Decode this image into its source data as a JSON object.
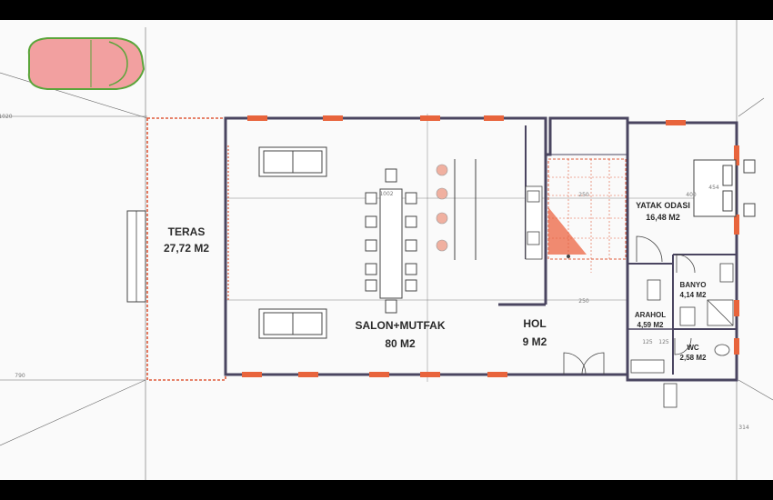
{
  "rooms": {
    "teras": {
      "name": "TERAS",
      "area": "27,72 M2"
    },
    "salon": {
      "name": "SALON+MUTFAK",
      "area": "80 M2"
    },
    "hol": {
      "name": "HOL",
      "area": "9 M2"
    },
    "yatak": {
      "name": "YATAK ODASI",
      "area": "16,48 M2"
    },
    "banyo": {
      "name": "BANYO",
      "area": "4,14 M2"
    },
    "arahol": {
      "name": "ARAHOL",
      "area": "4,59 M2"
    },
    "wc": {
      "name": "WC",
      "area": "2,58 M2"
    }
  },
  "dimensions": {
    "d1": "1020",
    "d2": "790",
    "d3": "250",
    "d4": "250",
    "d5": "125",
    "d6": "125",
    "d7": "400",
    "d8": "454",
    "d9": "1002",
    "d10": "314"
  },
  "colors": {
    "background": "#000000",
    "paper": "#fafafa",
    "wall": "#4a4560",
    "window": "#e8643c",
    "terrace_border": "#e05a3a",
    "stair": "#f08a70",
    "car_body": "#f2a0a0",
    "car_outline": "#5aa53a",
    "guide_line": "#555555"
  }
}
